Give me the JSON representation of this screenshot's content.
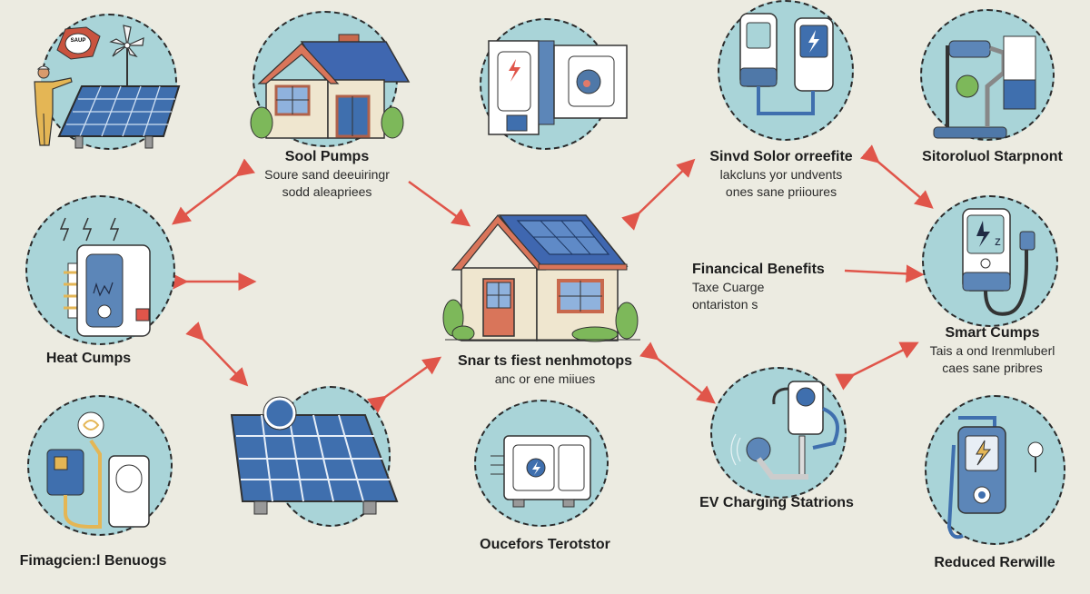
{
  "diagram": {
    "colors": {
      "background": "#ecebe1",
      "circle_fill": "#a9d4d8",
      "arrow": "#e0554a",
      "panel_blue": "#3f6fae",
      "roof_orange": "#d9755a",
      "wall_cream": "#efe6cf",
      "bush_green": "#7db85a"
    },
    "center": {
      "title": "Snar ts fiest nenhmotops",
      "subtitle": "anc or ene miiues",
      "icon": "solar-house-icon"
    },
    "nodes": [
      {
        "id": "top-left",
        "title": "",
        "icon": "solar-panel-windmill-worker-icon"
      },
      {
        "id": "top-house",
        "title": "Sool Pumps",
        "lines": [
          "Soure sand deeuiringr",
          "sodd aleapriees"
        ],
        "icon": "house-icon"
      },
      {
        "id": "top-center",
        "title": "",
        "icon": "inverter-battery-icon"
      },
      {
        "id": "top-right-1",
        "title": "Sinvd Solor orreefite",
        "lines": [
          "lakcluns yor undvents",
          "ones sane priioures"
        ],
        "icon": "smart-meter-icon"
      },
      {
        "id": "top-right-2",
        "title": "Sitoroluol Starpnont",
        "icon": "charging-post-icon"
      },
      {
        "id": "left-mid",
        "title": "Heat Cumps",
        "icon": "heat-pump-icon"
      },
      {
        "id": "financial",
        "title": "Financical Benefits",
        "lines": [
          "Taxe Cuarge",
          "ontariston s"
        ]
      },
      {
        "id": "right-mid",
        "title": "Smart Cumps",
        "lines": [
          "Tais a ond Irenmluberl",
          "caes sane pribres"
        ],
        "icon": "smart-charger-icon"
      },
      {
        "id": "bottom-left",
        "title": "Fimagcien:l Benuogs",
        "icon": "meter-plug-icon"
      },
      {
        "id": "bottom-panel",
        "title": "",
        "icon": "solar-panel-sun-icon"
      },
      {
        "id": "bottom-center",
        "title": "Oucefors Terotstor",
        "icon": "inverter-box-icon"
      },
      {
        "id": "bottom-ev",
        "title": "EV Charging Statrions",
        "icon": "ev-charger-icon"
      },
      {
        "id": "bottom-right",
        "title": "Reduced Rerwille",
        "icon": "wall-charger-icon"
      }
    ],
    "illustration_text": {
      "speech_bubble": "SAUP"
    }
  }
}
